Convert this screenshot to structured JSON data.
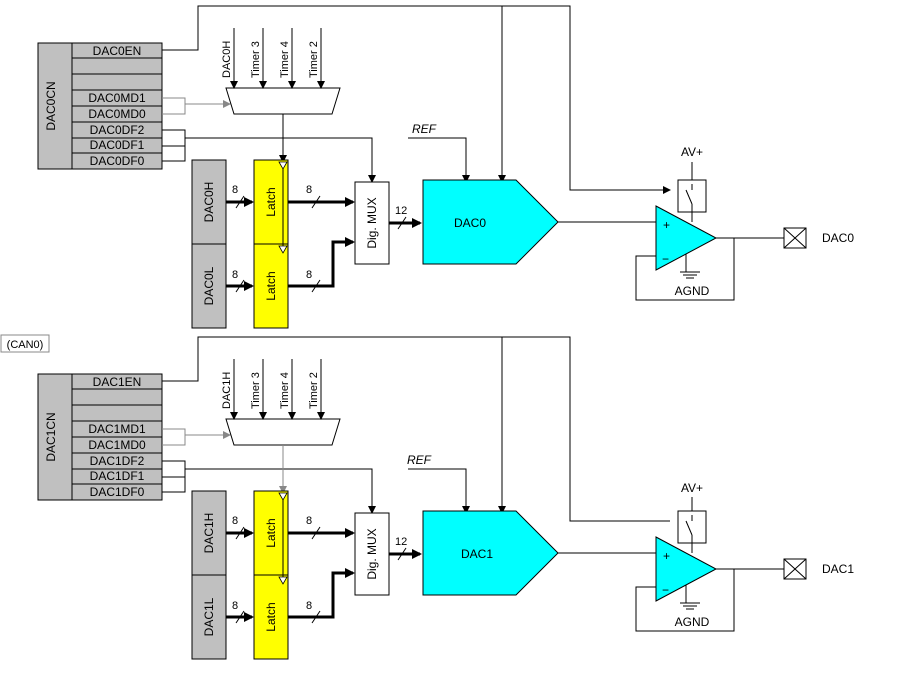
{
  "dac0": {
    "control_register": "DAC0CN",
    "bits": [
      "DAC0EN",
      "",
      "",
      "DAC0MD1",
      "DAC0MD0",
      "DAC0DF2",
      "DAC0DF1",
      "DAC0DF0"
    ],
    "mux_inputs": [
      "DAC0H",
      "Timer 3",
      "Timer 4",
      "Timer 2"
    ],
    "data_high": "DAC0H",
    "data_low": "DAC0L",
    "latch": "Latch",
    "bus_width_8": "8",
    "bus_width_12": "12",
    "dig_mux": "Dig. MUX",
    "ref": "REF",
    "dac_name": "DAC0",
    "avplus": "AV+",
    "plus": "+",
    "minus": "−",
    "agnd": "AGND",
    "output_pin": "DAC0"
  },
  "dac1": {
    "control_register": "DAC1CN",
    "bits": [
      "DAC1EN",
      "",
      "",
      "DAC1MD1",
      "DAC1MD0",
      "DAC1DF2",
      "DAC1DF1",
      "DAC1DF0"
    ],
    "mux_inputs": [
      "DAC1H",
      "Timer 3",
      "Timer 4",
      "Timer 2"
    ],
    "data_high": "DAC1H",
    "data_low": "DAC1L",
    "latch": "Latch",
    "bus_width_8": "8",
    "bus_width_12": "12",
    "dig_mux": "Dig. MUX",
    "ref": "REF",
    "dac_name": "DAC1",
    "avplus": "AV+",
    "plus": "+",
    "minus": "−",
    "agnd": "AGND",
    "output_pin": "DAC1"
  },
  "side_label": "(CAN0)"
}
